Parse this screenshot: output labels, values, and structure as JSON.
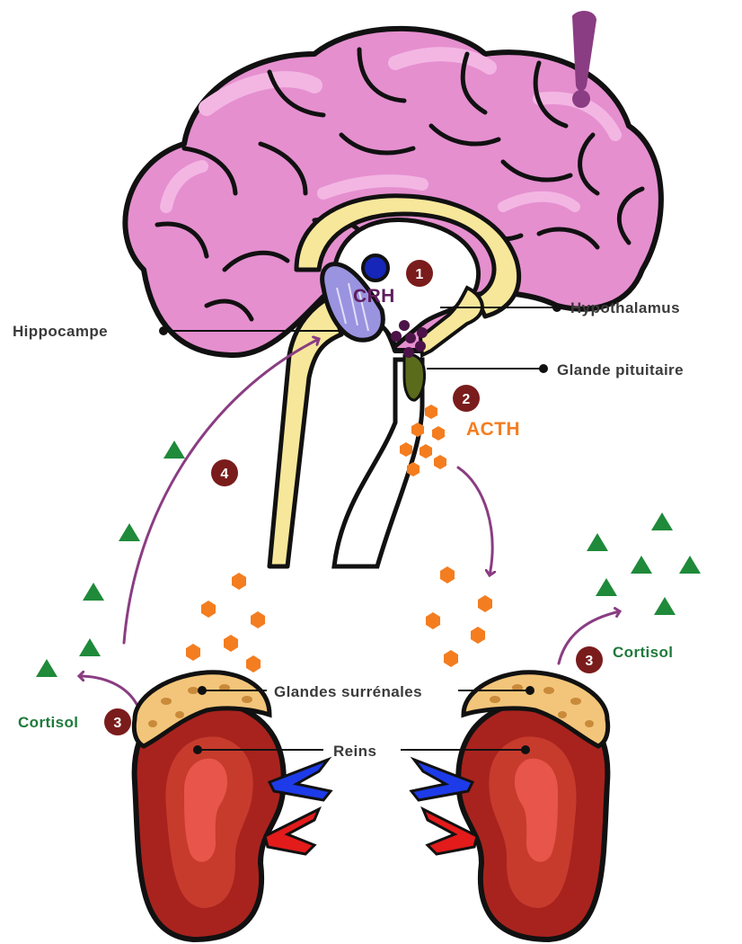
{
  "labels": {
    "crh": "CRH",
    "acth": "ACTH",
    "hypothalamus": "Hypothalamus",
    "hippocampe": "Hippocampe",
    "glande_pituitaire": "Glande pituitaire",
    "glandes_surrenales": "Glandes surrénales",
    "reins": "Reins",
    "cortisol_left": "Cortisol",
    "cortisol_right": "Cortisol"
  },
  "steps": [
    "1",
    "2",
    "3",
    "3",
    "4"
  ],
  "colors": {
    "brain": "#e58fcf",
    "brain_highlight": "#f3b6e3",
    "brainstem": "#f7e79a",
    "hippocampus": "#9a93e0",
    "hormone_crh": "#4b1348",
    "hormone_acth": "#f47d20",
    "cortisol": "#1f8a3a",
    "arrow": "#8a3d82",
    "badge": "#7a1c1c",
    "kidney": "#a8231e",
    "kidney_inner": "#e8554a",
    "adrenal": "#f3c57a",
    "vein": "#1d3be8",
    "artery": "#e31b1b"
  },
  "icons": [
    "exclamation-icon"
  ]
}
